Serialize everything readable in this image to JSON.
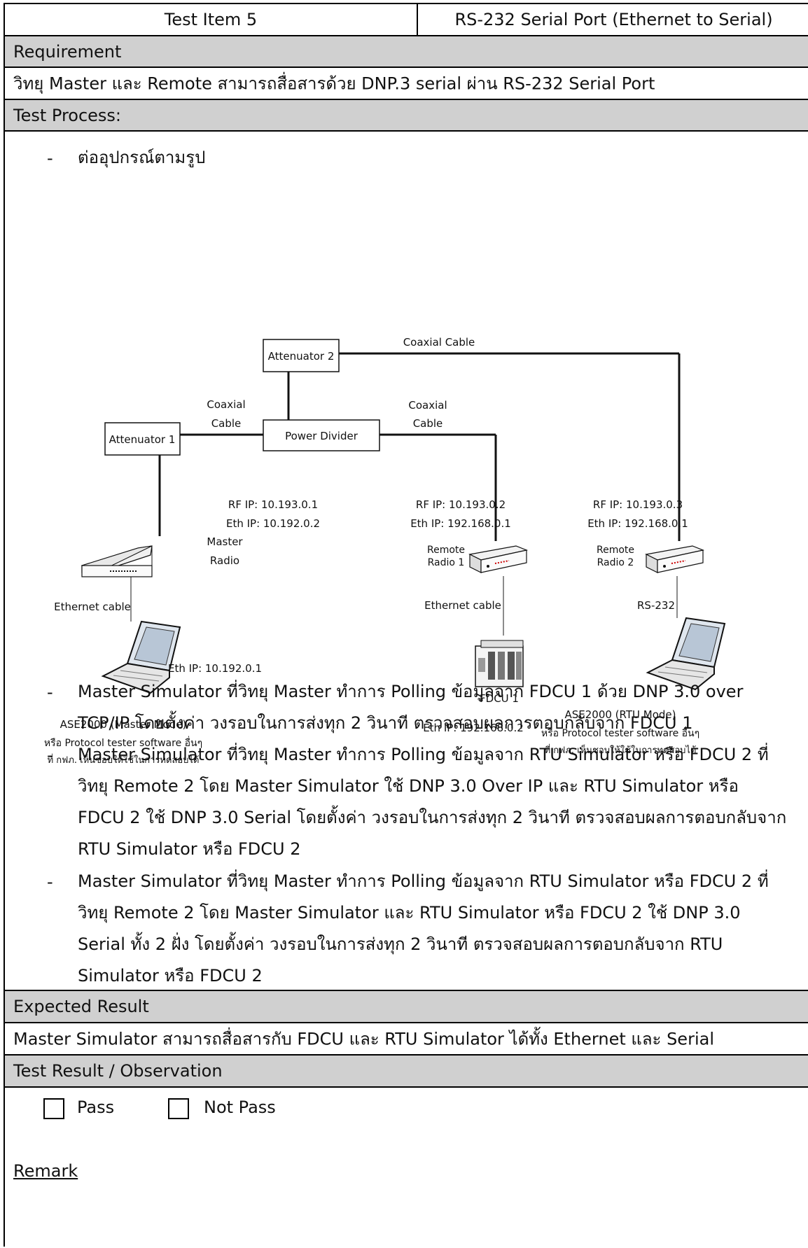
{
  "header": {
    "item": "Test Item 5",
    "title": "RS-232 Serial Port (Ethernet to Serial)"
  },
  "requirement": {
    "label": "Requirement",
    "text": "วิทยุ Master และ Remote สามารถสื่อสารด้วย DNP.3 serial ผ่าน RS-232 Serial Port"
  },
  "process": {
    "label": "Test Process:",
    "dash": "-",
    "first": "ต่ออุปกรณ์ตามรูป",
    "steps": [
      {
        "lines": [
          "Master Simulator ที่วิทยุ Master ทำการ Polling ข้อมูลจาก FDCU 1 ด้วย DNP 3.0 over",
          "TCP/IP โดยตั้งค่า วงรอบในการส่งทุก 2 วินาที ตรวจสอบผลการตอบกลับจาก FDCU 1"
        ]
      },
      {
        "lines": [
          "Master Simulator ที่วิทยุ Master ทำการ Polling ข้อมูลจาก RTU Simulator หรือ FDCU 2 ที่",
          "วิทยุ Remote 2 โดย Master Simulator ใช้ DNP 3.0 Over IP และ RTU Simulator หรือ",
          "FDCU 2 ใช้ DNP 3.0 Serial โดยตั้งค่า วงรอบในการส่งทุก 2 วินาที ตรวจสอบผลการตอบกลับจาก",
          "RTU Simulator หรือ FDCU 2"
        ]
      },
      {
        "lines": [
          "Master Simulator ที่วิทยุ Master ทำการ Polling ข้อมูลจาก RTU Simulator หรือ FDCU 2 ที่",
          "วิทยุ Remote 2 โดย Master Simulator และ RTU Simulator หรือ FDCU 2 ใช้ DNP 3.0",
          "Serial ทั้ง 2 ฝั่ง โดยตั้งค่า วงรอบในการส่งทุก 2 วินาที ตรวจสอบผลการตอบกลับจาก RTU",
          "Simulator หรือ FDCU 2"
        ]
      }
    ]
  },
  "diagram": {
    "attenuator1": "Attenuator 1",
    "attenuator2": "Attenuator 2",
    "power_divider": "Power Divider",
    "coax_top": "Coaxial Cable",
    "coax_left_1": "Coaxial",
    "coax_left_2": "Cable",
    "coax_right_1": "Coaxial",
    "coax_right_2": "Cable",
    "master_rf": "RF IP: 10.193.0.1",
    "master_eth": "Eth IP: 10.192.0.2",
    "master_label_1": "Master",
    "master_label_2": "Radio",
    "remote1_rf": "RF IP: 10.193.0.2",
    "remote1_eth": "Eth IP: 192.168.0.1",
    "remote1_label_1": "Remote",
    "remote1_label_2": "Radio 1",
    "remote2_rf": "RF IP: 10.193.0.3",
    "remote2_eth": "Eth IP: 192.168.0.1",
    "remote2_label_1": "Remote",
    "remote2_label_2": "Radio 2",
    "eth_cable_left": "Ethernet cable",
    "eth_cable_mid": "Ethernet cable",
    "rs232": "RS-232",
    "laptop_left_eth": "Eth IP: 10.192.0.1",
    "fdcu": "FDCU 1",
    "fdcu_eth": "Eth IP: 192.168.0.2",
    "ase_master_1": "ASE2000 (Master Mode)",
    "ase_master_2": "หรือ Protocol tester software อื่นๆ",
    "ase_master_3": "ที่ กฟภ. เห็นชอบให้ใช้ในการทดสอบได้",
    "ase_rtu_1": "ASE2000 (RTU Mode)",
    "ase_rtu_2": "หรือ Protocol tester software อื่นๆ",
    "ase_rtu_3": "ที่ กฟภ. เห็นชอบให้ใช้ในการทดสอบได้"
  },
  "expected": {
    "label": "Expected Result",
    "text": "Master Simulator สามารถสื่อสารกับ FDCU และ RTU Simulator ได้ทั้ง Ethernet และ Serial"
  },
  "result": {
    "label": "Test Result / Observation",
    "pass": "Pass",
    "not_pass": "Not Pass",
    "remark": "Remark"
  }
}
